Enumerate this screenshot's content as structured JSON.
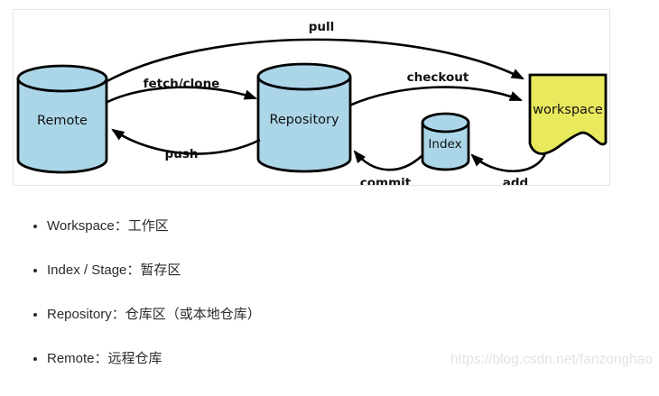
{
  "diagram": {
    "nodes": {
      "remote": {
        "label": "Remote"
      },
      "repository": {
        "label": "Repository"
      },
      "index": {
        "label": "Index"
      },
      "workspace": {
        "label": "workspace"
      }
    },
    "arrows": {
      "pull": "pull",
      "fetch_clone": "fetch/clone",
      "checkout": "checkout",
      "push": "push",
      "commit": "commit",
      "add": "add"
    },
    "colors": {
      "cylinder_fill": "#abd6e8",
      "workspace_fill": "#e9e95e",
      "stroke": "#000000"
    }
  },
  "legend": {
    "items": [
      {
        "text": "Workspace：工作区"
      },
      {
        "text": "Index / Stage：暂存区"
      },
      {
        "text": "Repository：仓库区（或本地仓库）"
      },
      {
        "text": "Remote：远程仓库"
      }
    ]
  },
  "watermark": "https://blog.csdn.net/fanzonghao"
}
